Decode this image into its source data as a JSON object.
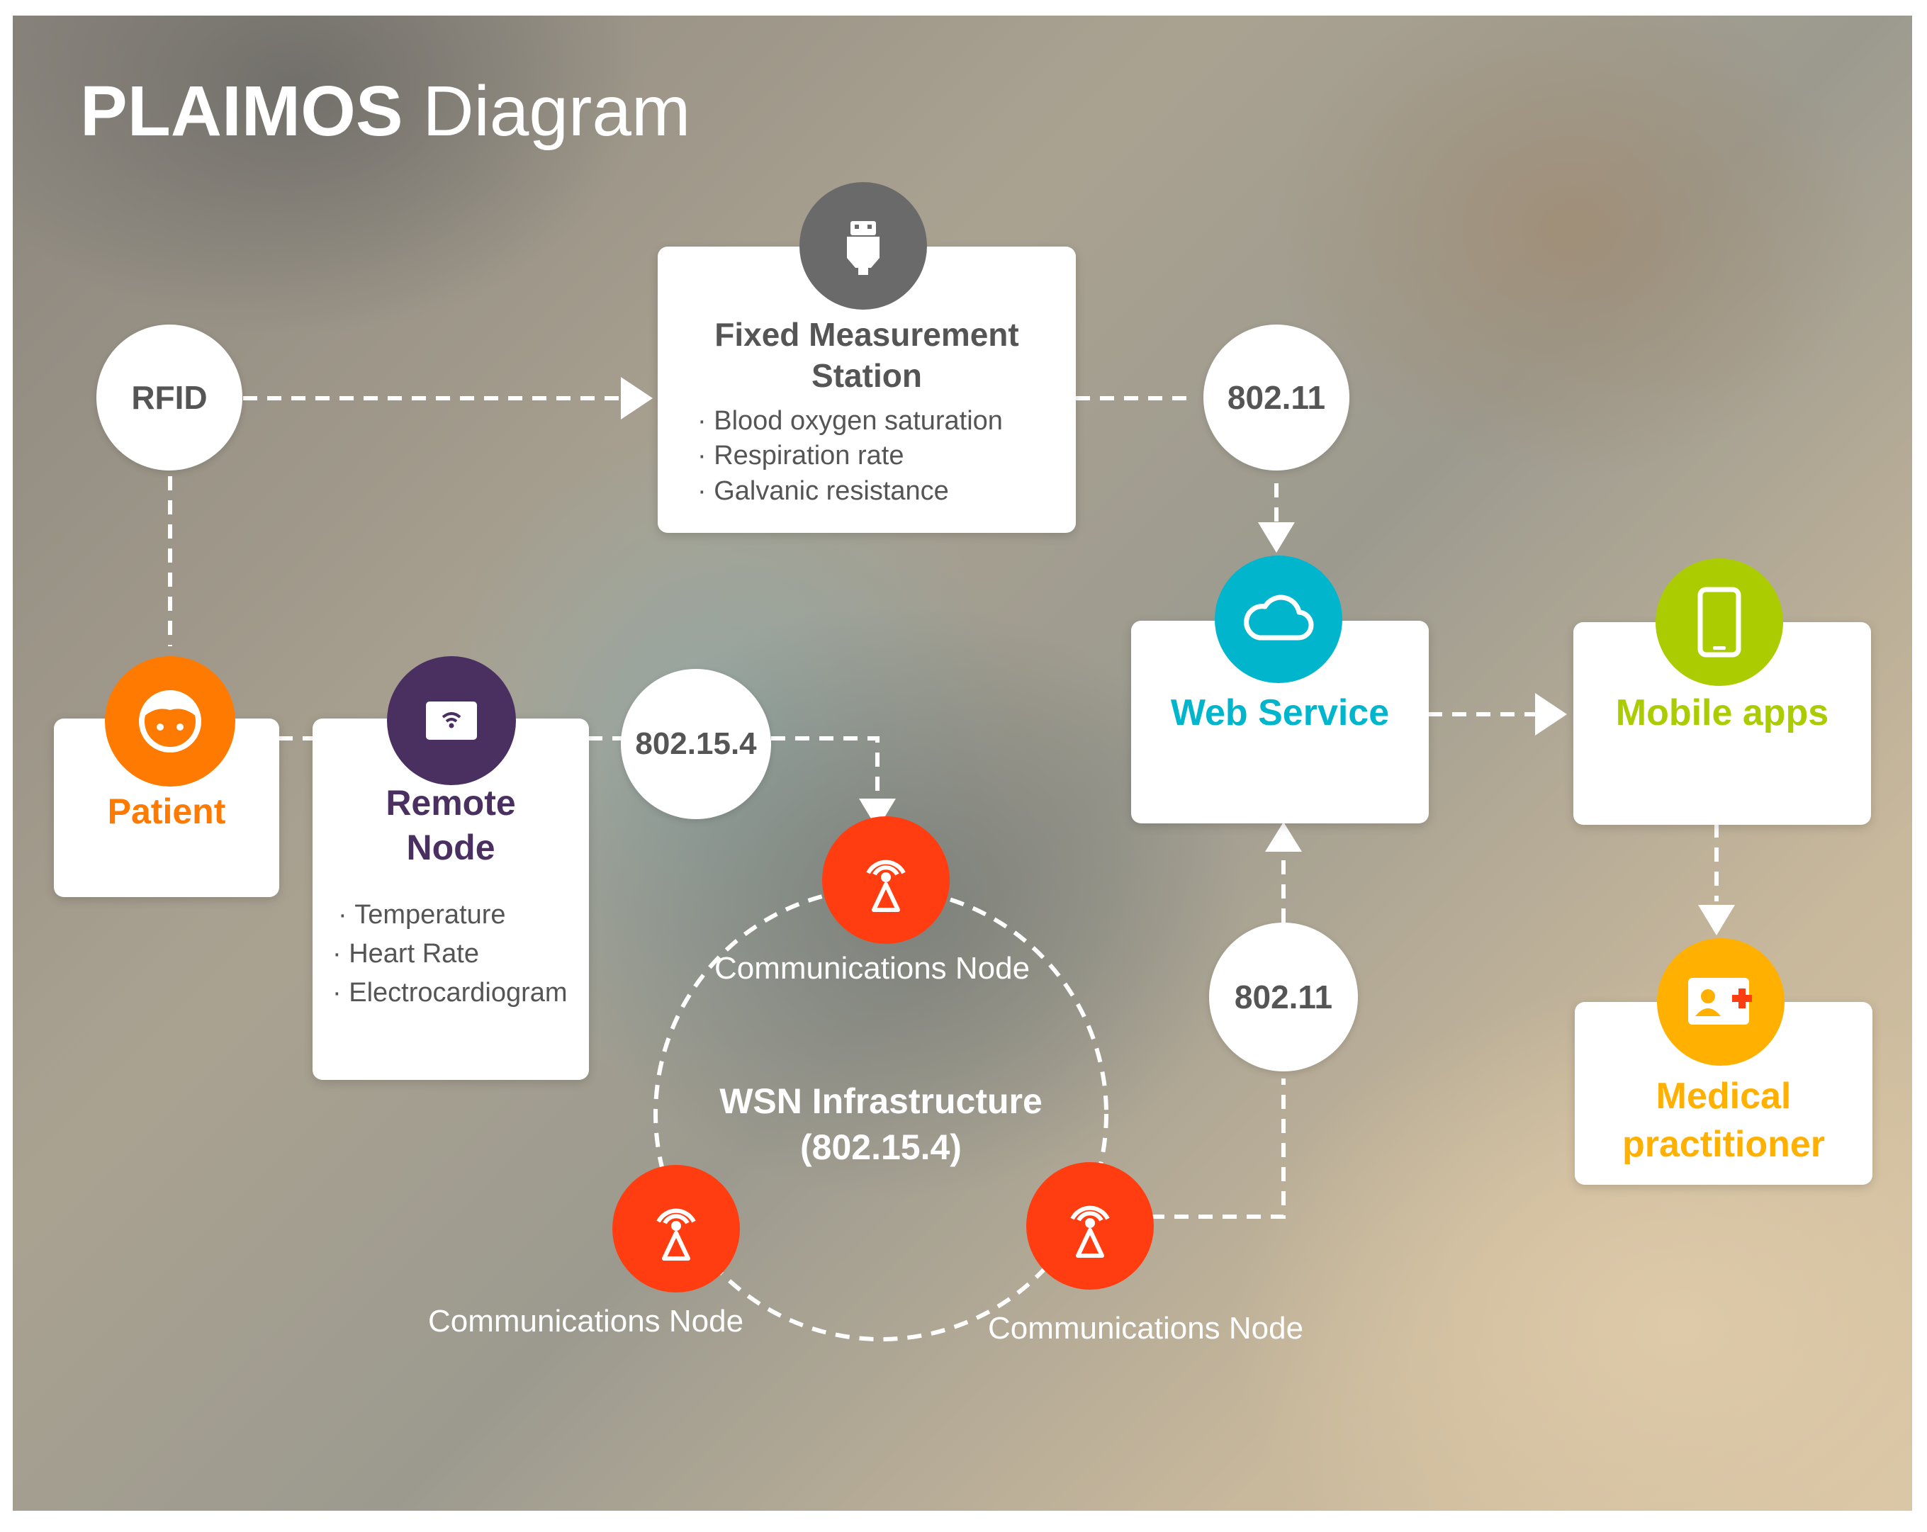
{
  "title": {
    "bold": "PLAIMOS",
    "rest": " Diagram"
  },
  "colors": {
    "patient": "#ff7a00",
    "remote_node": "#4a3060",
    "comm_node": "#ff3d10",
    "web_service": "#00b5cc",
    "mobile": "#aacc00",
    "medical": "#ffb000",
    "station_icon": "#6a6a6a",
    "text_gray": "#555555"
  },
  "fixed_station": {
    "icon": "usb-plug-icon",
    "title_line1": "Fixed Measurement",
    "title_line2": "Station",
    "bullets": [
      "Blood oxygen saturation",
      "Respiration rate",
      "Galvanic resistance"
    ]
  },
  "rfid": {
    "label": "RFID"
  },
  "wifi_top": {
    "label": "802.11"
  },
  "wifi_bottom": {
    "label": "802.11"
  },
  "zigbee": {
    "label": "802.15.4"
  },
  "patient": {
    "icon": "face-icon",
    "label": "Patient"
  },
  "remote_node": {
    "icon": "wireless-device-icon",
    "title_line1": "Remote",
    "title_line2": "Node",
    "bullets": [
      "Temperature",
      "Heart Rate",
      "Electrocardiogram"
    ]
  },
  "web_service": {
    "icon": "cloud-icon",
    "label": "Web Service"
  },
  "mobile_apps": {
    "icon": "smartphone-icon",
    "label": "Mobile apps"
  },
  "medical": {
    "icon": "medical-id-card-icon",
    "line1": "Medical",
    "line2": "practitioner"
  },
  "wsn": {
    "line1": "WSN Infrastructure",
    "line2": "(802.15.4)"
  },
  "comm_nodes": {
    "top": "Communications Node",
    "left": "Communications Node",
    "right": "Communications Node",
    "icon": "antenna-tower-icon"
  }
}
